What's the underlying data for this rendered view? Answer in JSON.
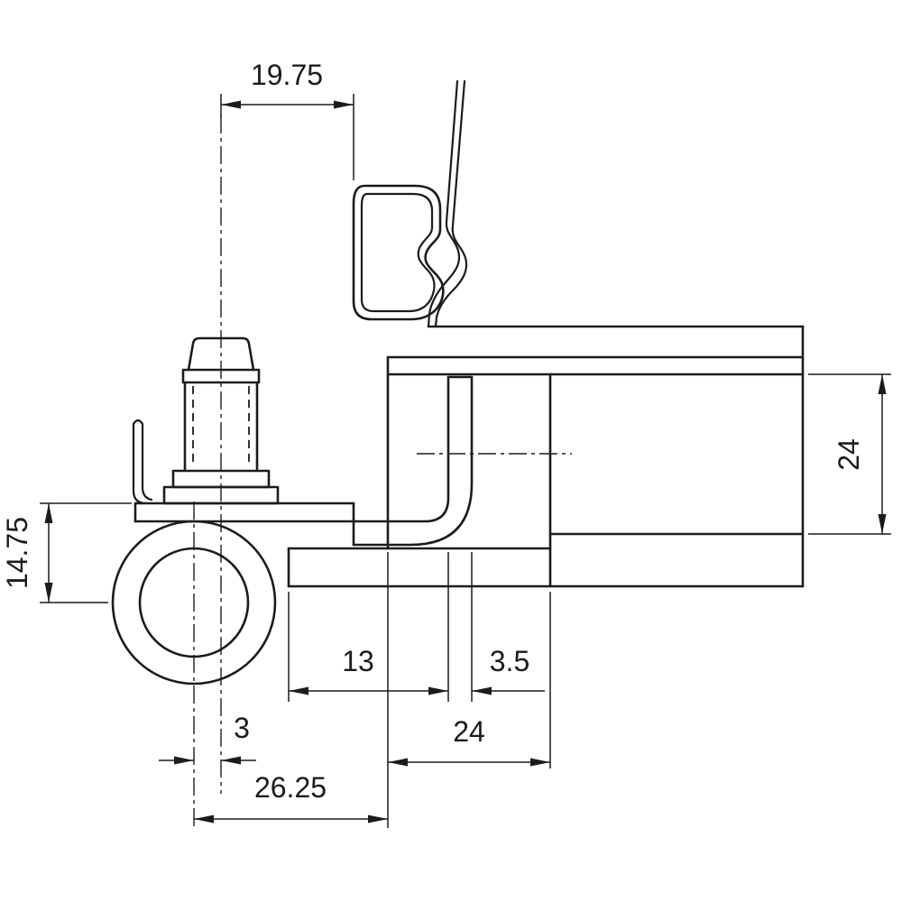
{
  "colors": {
    "background": "#ffffff",
    "line": "#1c1c1c"
  },
  "drawing": {
    "kind": "hinge-cross-section-technical-drawing",
    "dimensions": {
      "pin_to_frame_face": "19.75",
      "rebate_height": "24",
      "plate_to_barrel_axis": "14.75",
      "leaf_inset": "13",
      "leaf_thickness": "3.5",
      "axis_offset": "3",
      "rebate_width": "24",
      "axis_to_frame_edge": "26.25"
    }
  }
}
